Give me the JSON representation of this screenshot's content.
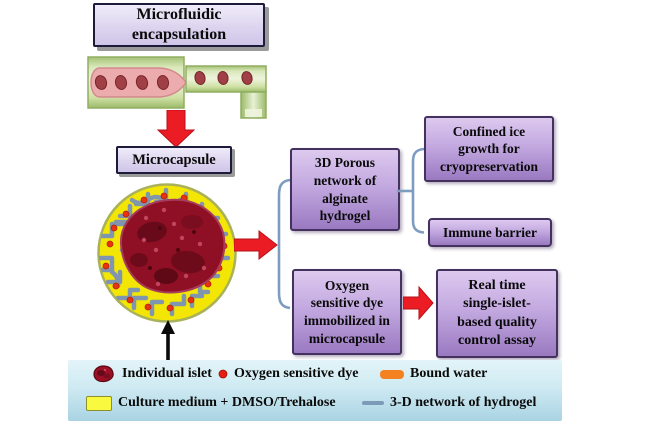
{
  "boxes": {
    "microfluidic_encapsulation": "Microfluidic\nencapsulation",
    "microcapsule": "Microcapsule",
    "porous_network": "3D Porous\nnetwork of\nalginate\nhydrogel",
    "confined_ice": "Confined ice\ngrowth for\ncryopreservation",
    "immune_barrier": "Immune barrier",
    "oxygen_dye": "Oxygen\nsensitive dye\nimmobilized in\nmicrocapsule",
    "real_time": "Real time\nsingle-islet-\nbased quality\ncontrol assay"
  },
  "legend": {
    "individual_islet": "Individual islet",
    "oxygen_sensitive_dye": "Oxygen sensitive dye",
    "bound_water": "Bound water",
    "culture_medium": "Culture medium + DMSO/Trehalose",
    "hydrogel_network": "3-D network of hydrogel"
  },
  "colors": {
    "flow_box_purple_top": "#ddc9ef",
    "flow_box_purple_bottom": "#9a79c1",
    "label_box_lavender": "#ddd5ef",
    "arrow_red": "#ec1c24",
    "connector_blue_gray": "#7d9cc0",
    "capsule_yellow": "#f3e604",
    "hydrogel_line_gray": "#8095ae",
    "islet_dark_red": "#8f0f24",
    "dye_dot_red": "#e83210",
    "bound_water_orange": "#f58220",
    "culture_medium_yellow": "#f9f940",
    "channel_green": "#cfe0a4",
    "droplet_tube_pink": "#ecacae",
    "legend_bg_blue": "#cfeaf2"
  }
}
